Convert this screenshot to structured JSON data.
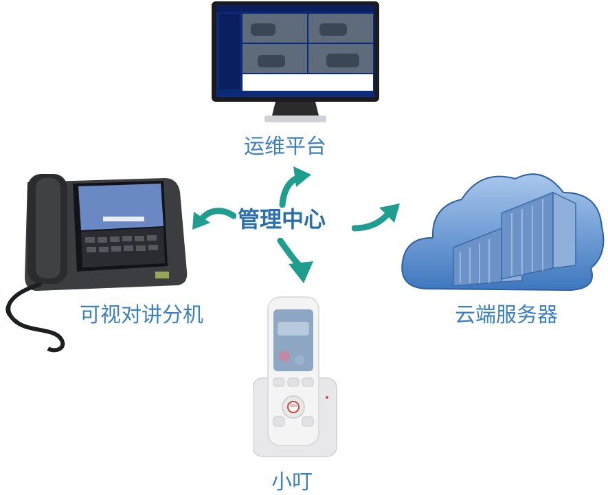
{
  "hub": {
    "label": "管理中心"
  },
  "nodes": {
    "ops": {
      "label": "运维平台",
      "icon": "monitor-icon"
    },
    "intercom": {
      "label": "可视对讲分机",
      "icon": "desk-phone-icon"
    },
    "cloud": {
      "label": "云端服务器",
      "icon": "cloud-server-icon"
    },
    "handset": {
      "label": "小叮",
      "icon": "handset-icon",
      "screen_badge": "SOS"
    }
  },
  "colors": {
    "label": "#3a7fbf",
    "hub": "#2a6fae",
    "arrow": "#1f9d8f"
  }
}
